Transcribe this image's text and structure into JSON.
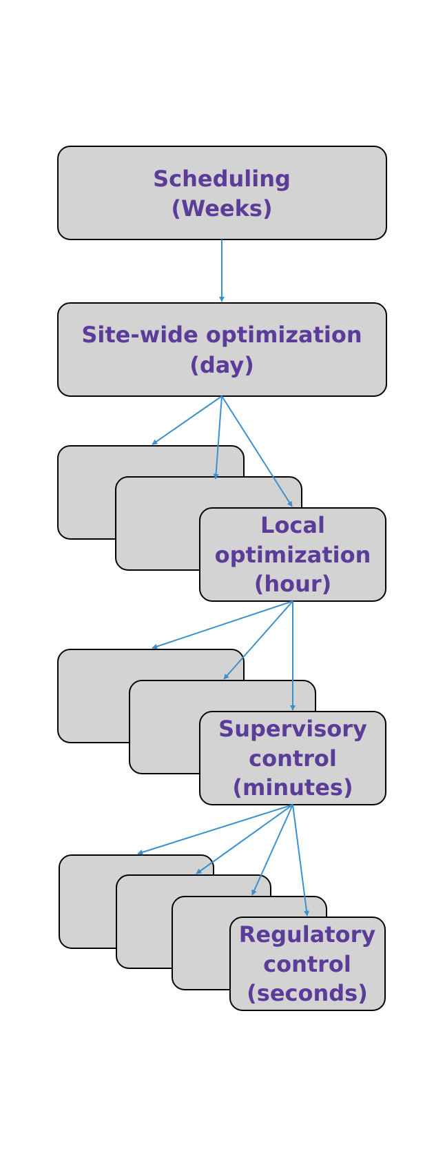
{
  "diagram": {
    "colors": {
      "box_fill": "#d3d3d3",
      "box_stroke": "#000000",
      "text": "#5b3c99",
      "arrow": "#3a8fcf"
    },
    "nodes": {
      "scheduling": {
        "line1": "Scheduling",
        "line2": "(Weeks)"
      },
      "site_wide": {
        "line1": "Site-wide optimization",
        "line2": "(day)"
      },
      "local": {
        "line1": "Local",
        "line2": "optimization",
        "line3": "(hour)"
      },
      "supervisory": {
        "line1": "Supervisory",
        "line2": "control",
        "line3": "(minutes)"
      },
      "regulatory": {
        "line1": "Regulatory",
        "line2": "control",
        "line3": "(seconds)"
      }
    }
  }
}
